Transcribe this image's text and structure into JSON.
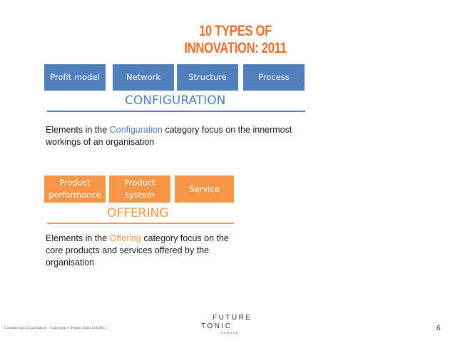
{
  "slide": {
    "title": "10 TYPES OF INNOVATION: 2011",
    "page_number": "6"
  },
  "configuration": {
    "heading": "CONFIGURATION",
    "boxes": [
      "Profit model",
      "Network",
      "Structure",
      "Process"
    ],
    "desc_before": "Elements in the ",
    "desc_keyword": "Configuration",
    "desc_after": " category focus on the innermost workings of an organisation",
    "color": "#4f80bd"
  },
  "offering": {
    "heading": "OFFERING",
    "boxes": [
      [
        "Product",
        "performance"
      ],
      [
        "Product",
        "system"
      ],
      [
        "Service"
      ]
    ],
    "desc_before": "Elements in the ",
    "desc_keyword": "Offering",
    "desc_after": " category focus on the core products and services offered by the organisation",
    "color": "#f79646"
  },
  "footer": {
    "left": "Commercial in Confidence · Copyright © Future Tonic Ltd 2011",
    "logo_line1": "FUTURE",
    "logo_line2": "TONIC",
    "logo_line3": "LONDON"
  }
}
